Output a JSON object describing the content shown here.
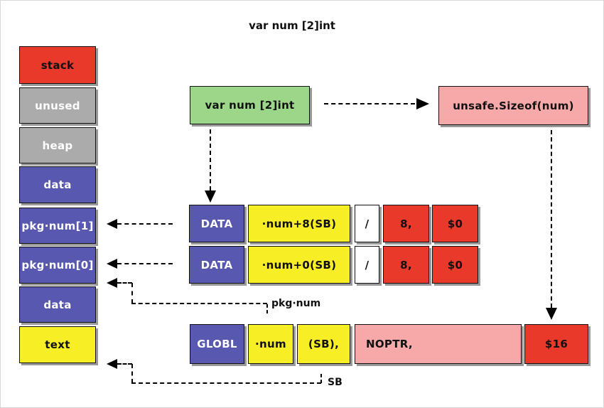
{
  "title": "var num [2]int",
  "memory": {
    "segments": [
      {
        "label": "stack",
        "color": "#e8392b"
      },
      {
        "label": "unused",
        "color": "#ababab"
      },
      {
        "label": "heap",
        "color": "#ababab"
      },
      {
        "label": "data",
        "color": "#5858b0"
      },
      {
        "label": "pkg·num[1]",
        "color": "#5858b0"
      },
      {
        "label": "pkg·num[0]",
        "color": "#5858b0"
      },
      {
        "label": "data",
        "color": "#5858b0"
      },
      {
        "label": "text",
        "color": "#f7ee26"
      }
    ]
  },
  "source_box": {
    "label": "var num [2]int",
    "color": "#9cd789"
  },
  "sizeof_box": {
    "label": "unsafe.Sizeof(num)",
    "color": "#f7a8a8"
  },
  "asm": {
    "data_row_1": [
      "DATA",
      "·num+8(SB)",
      "/",
      "8,",
      "$0"
    ],
    "data_row_2": [
      "DATA",
      "·num+0(SB)",
      "/",
      "8,",
      "$0"
    ],
    "globl_row": [
      "GLOBL",
      "·num",
      "(SB),",
      "NOPTR,",
      "$16"
    ]
  },
  "labels": {
    "pkg_num": "pkg·num",
    "sb": "SB"
  },
  "colors": {
    "red": "#e8392b",
    "gray": "#ababab",
    "blue": "#5858b0",
    "yellow": "#f7ee26",
    "green": "#9cd789",
    "pink": "#f7a8a8",
    "arrow": "#000000",
    "background": "#ffffff"
  }
}
